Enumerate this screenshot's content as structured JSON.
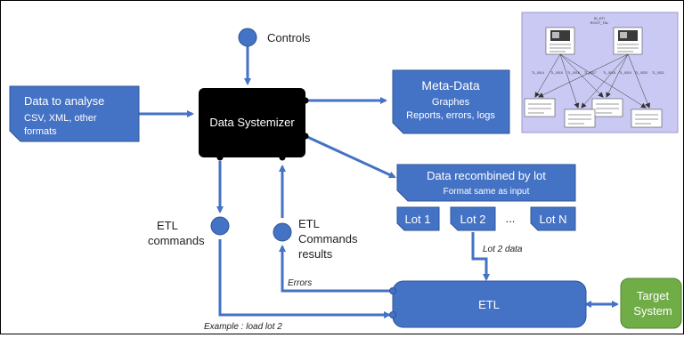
{
  "colors": {
    "box_blue": "#4472C4",
    "box_border": "#2F5597",
    "arrow": "#4472C4",
    "black_box": "#000000",
    "green": "#70AD47",
    "thumb_bg": "#C9C9F3",
    "thumb_line": "#333333"
  },
  "nodes": {
    "controls": "Controls",
    "input_title": "Data to analyse",
    "input_line1": "CSV, XML, other",
    "input_line2": "formats",
    "systemizer": "Data Systemizer",
    "meta_title": "Meta-Data",
    "meta_line1": "Graphes",
    "meta_line2": "Reports, errors, logs",
    "recomb_title": "Data recombined by lot",
    "recomb_sub": "Format same as input",
    "lot1": "Lot 1",
    "lot2": "Lot 2",
    "lot_ellipsis": "...",
    "lotn": "Lot N",
    "etl_cmd_line1": "ETL",
    "etl_cmd_line2": "commands",
    "etl_res_line1": "ETL",
    "etl_res_line2": "Commands",
    "etl_res_line3": "results",
    "lot2_data": "Lot 2 data",
    "errors": "Errors",
    "example": "Example : load lot 2",
    "etl": "ETL",
    "target_line1": "Target",
    "target_line2": "System"
  }
}
